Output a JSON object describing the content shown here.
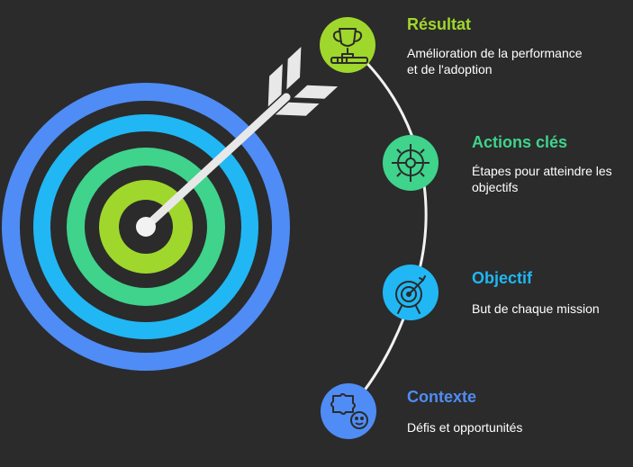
{
  "colors": {
    "background": "#2b2b2b",
    "ring_outer": "#4f8cf5",
    "ring_blue": "#20b7f4",
    "ring_green": "#3fd38c",
    "ring_lime": "#a0d72c",
    "arrow": "#e8e8e8",
    "connector": "#f2f2f2"
  },
  "steps": [
    {
      "title": "Résultat",
      "description": "Amélioration de la performance\net de l'adoption",
      "color": "#a0d72c",
      "icon": "trophy-icon"
    },
    {
      "title": "Actions clés",
      "description": "Étapes pour atteindre les\nobjectifs",
      "color": "#3fd38c",
      "icon": "gear-icon"
    },
    {
      "title": "Objectif",
      "description": "But de chaque mission",
      "color": "#20b7f4",
      "icon": "target-icon"
    },
    {
      "title": "Contexte",
      "description": "Défis et opportunités",
      "color": "#4f8cf5",
      "icon": "puzzle-icon"
    }
  ]
}
